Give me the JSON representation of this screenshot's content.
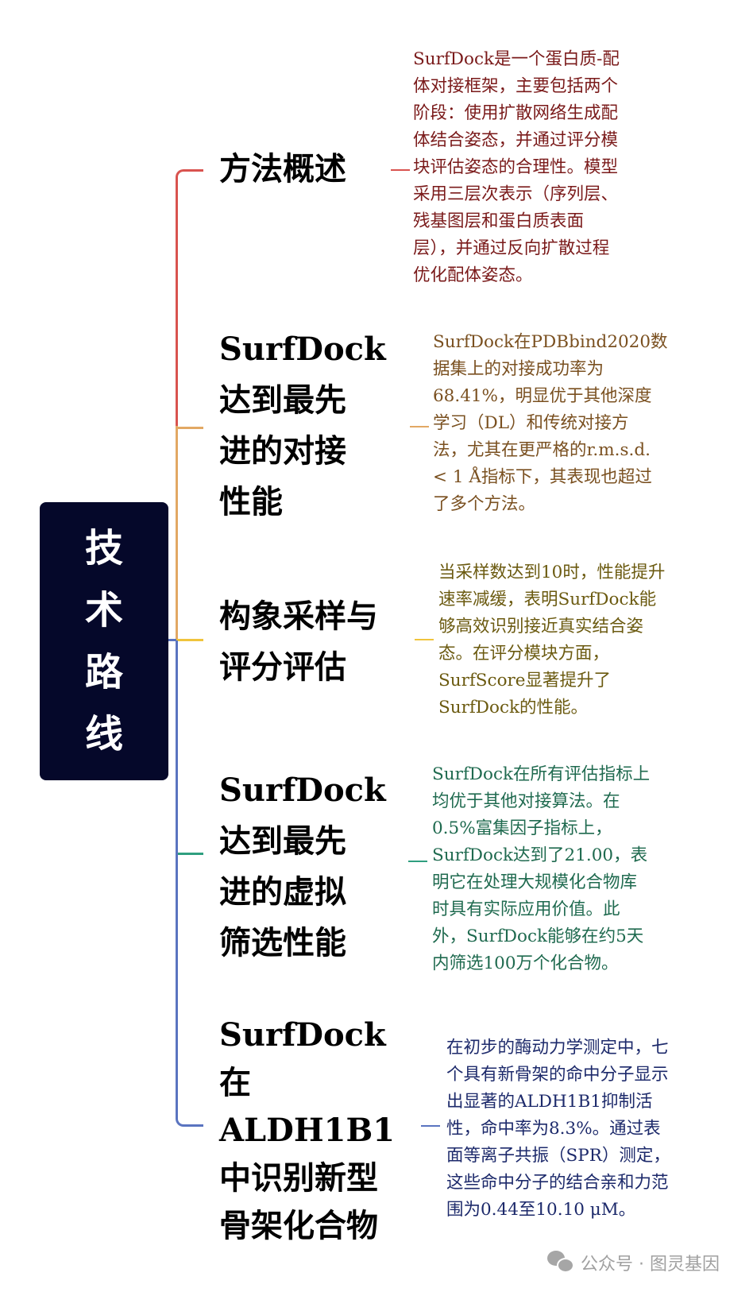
{
  "root": {
    "label_chars": [
      "技",
      "术",
      "路",
      "线"
    ],
    "label": "技术路线",
    "bg_color": "#05082a"
  },
  "colors": {
    "red": "#d9534f",
    "orange": "#e2a864",
    "yellow": "#f0c43c",
    "green": "#2f9f7f",
    "blue": "#5a74c0",
    "desc_red": "#7a1a1a",
    "desc_orange": "#7a5020",
    "desc_olive": "#6b5a10",
    "desc_green": "#1f6a4f",
    "desc_blue": "#1d2a6b"
  },
  "nodes": [
    {
      "title": "方法概述",
      "description": "SurfDock是一个蛋白质-配\n体对接框架，主要包括两个\n阶段：使用扩散网络生成配\n体结合姿态，并通过评分模\n块评估姿态的合理性。模型\n采用三层次表示（序列层、\n残基图层和蛋白质表面\n层），并通过反向扩散过程\n优化配体姿态。"
    },
    {
      "title": "SurfDock\n达到最先\n进的对接\n性能",
      "description": "SurfDock在PDBbind2020数\n据集上的对接成功率为\n68.41%，明显优于其他深度\n学习（DL）和传统对接方\n法，尤其在更严格的r.m.s.d.\n< 1 Å指标下，其表现也超过\n了多个方法。"
    },
    {
      "title": "构象采样与\n评分评估",
      "description": "当采样数达到10时，性能提升\n速率减缓，表明SurfDock能\n够高效识别接近真实结合姿\n态。在评分模块方面，\nSurfScore显著提升了\nSurfDock的性能。"
    },
    {
      "title": "SurfDock\n达到最先\n进的虚拟\n筛选性能",
      "description": "SurfDock在所有评估指标上\n均优于其他对接算法。在\n0.5%富集因子指标上，\nSurfDock达到了21.00，表\n明它在处理大规模化合物库\n时具有实际应用价值。此\n外，SurfDock能够在约5天\n内筛选100万个化合物。"
    },
    {
      "title": "SurfDock\n在\nALDH1B1\n中识别新型\n骨架化合物",
      "description": "在初步的酶动力学测定中，七\n个具有新骨架的命中分子显示\n出显著的ALDH1B1抑制活\n性，命中率为8.3%。通过表\n面等离子共振（SPR）测定，\n这些命中分子的结合亲和力范\n围为0.44至10.10 μM。"
    }
  ],
  "footer": {
    "icon": "wechat-icon",
    "text": "公众号 · 图灵基因"
  }
}
